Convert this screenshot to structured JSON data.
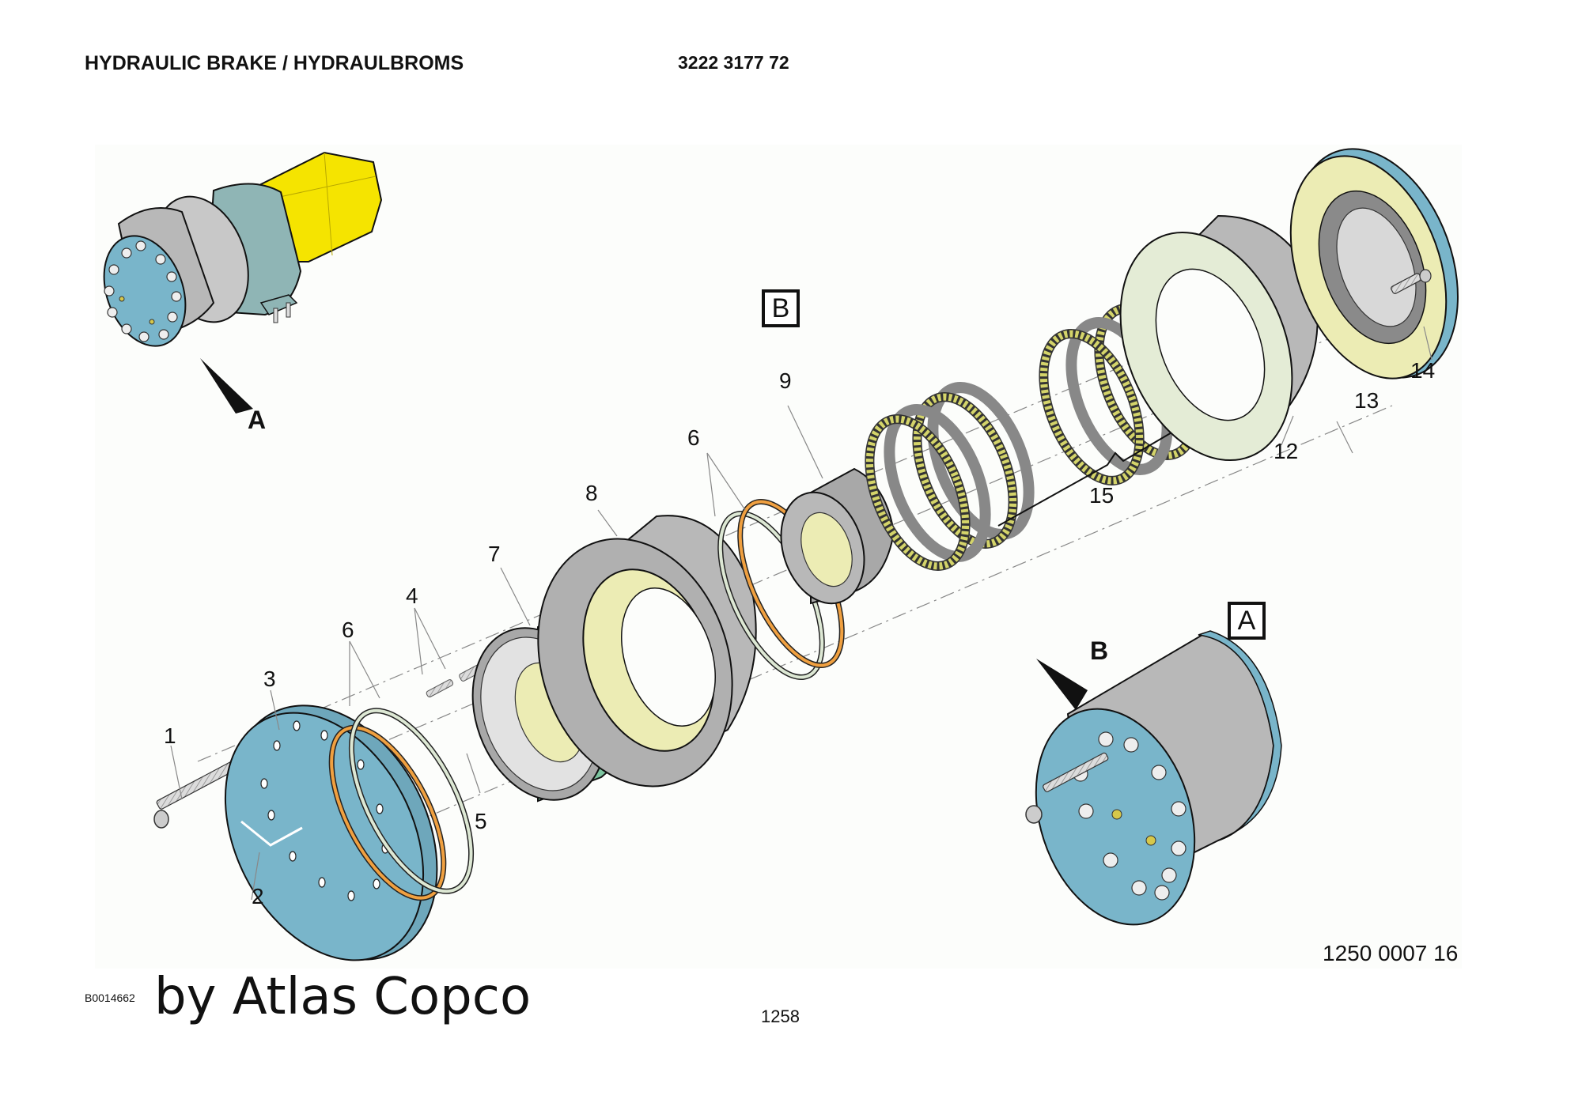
{
  "header": {
    "title": "HYDRAULIC BRAKE / HYDRAULBROMS",
    "part_number": "3222 3177 72"
  },
  "drawing": {
    "views": {
      "view_a_box": "A",
      "view_b_box": "B",
      "arrow_a": "A",
      "arrow_b": "B"
    },
    "callouts": [
      {
        "id": "1",
        "label": "1"
      },
      {
        "id": "2",
        "label": "2"
      },
      {
        "id": "3",
        "label": "3"
      },
      {
        "id": "4",
        "label": "4"
      },
      {
        "id": "5",
        "label": "5"
      },
      {
        "id": "6a",
        "label": "6"
      },
      {
        "id": "6b",
        "label": "6"
      },
      {
        "id": "7",
        "label": "7"
      },
      {
        "id": "8",
        "label": "8"
      },
      {
        "id": "9",
        "label": "9"
      },
      {
        "id": "12",
        "label": "12"
      },
      {
        "id": "13",
        "label": "13"
      },
      {
        "id": "14",
        "label": "14"
      },
      {
        "id": "15",
        "label": "15"
      }
    ],
    "colors": {
      "cover_blue": "#79b5ca",
      "piston_green": "#7cc49f",
      "housing_gray": "#b8b8b8",
      "disc_yellow": "#d4d46a",
      "bore_yellow": "#ececb4",
      "oring_orange": "#f0a040",
      "oring_light": "#dde8d4",
      "valve_yellow": "#f5e400",
      "motor_teal": "#8fb5b5"
    },
    "drawing_number": "1250 0007 16"
  },
  "footer": {
    "image_id": "B0014662",
    "credit": "by Atlas Copco",
    "page_number": "1258"
  }
}
